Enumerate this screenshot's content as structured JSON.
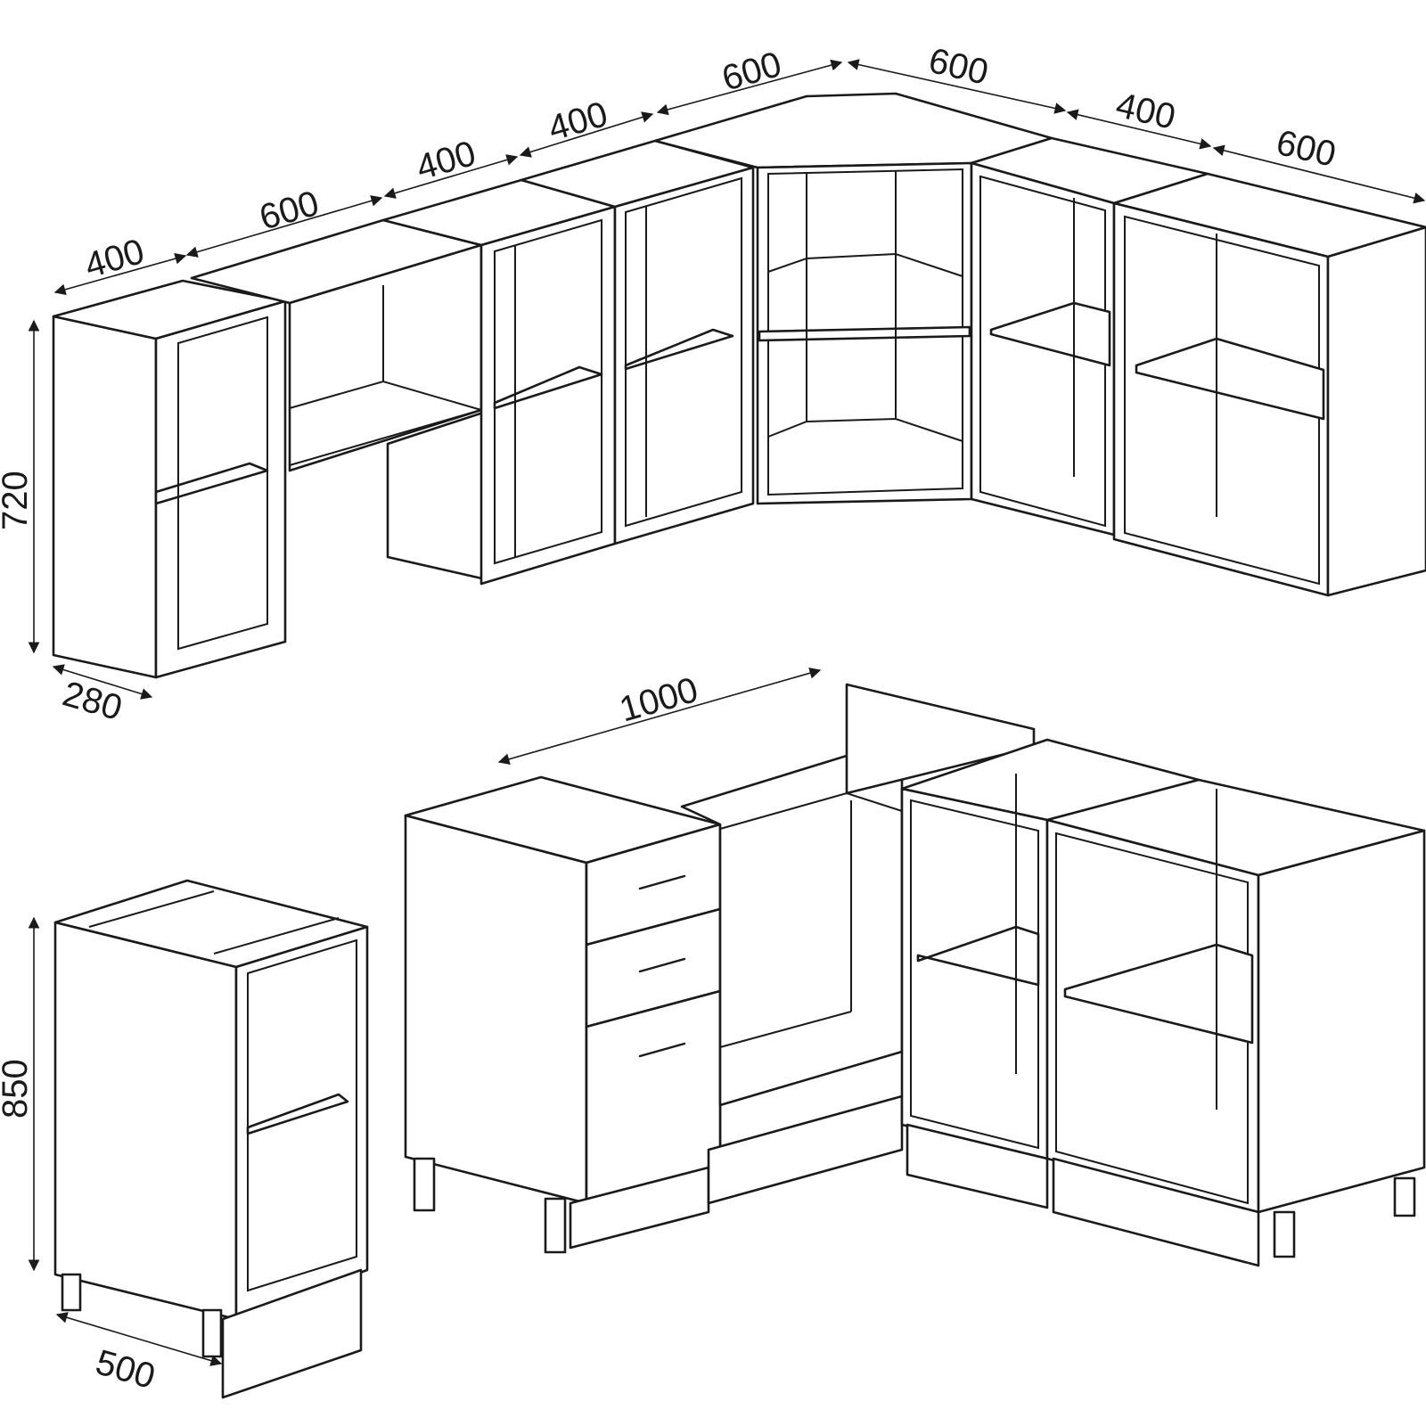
{
  "dimensions": {
    "wall_widths": [
      "400",
      "600",
      "400",
      "400",
      "600",
      "600",
      "400",
      "600"
    ],
    "wall_height": "720",
    "wall_depth": "280",
    "base_run_width": "1000",
    "base_height": "850",
    "base_depth": "500"
  },
  "colors": {
    "line": "#1a1a1a",
    "background": "#ffffff"
  }
}
